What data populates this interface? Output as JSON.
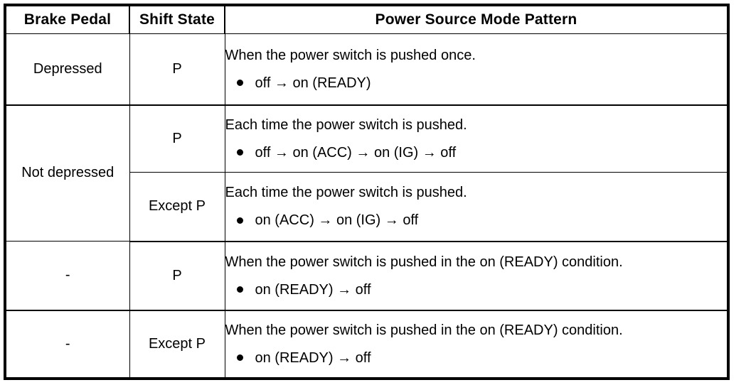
{
  "table": {
    "headers": {
      "brake_pedal": "Brake Pedal",
      "shift_state": "Shift State",
      "power_source_mode_pattern": "Power Source Mode Pattern"
    },
    "rows": [
      {
        "brake_pedal": "Depressed",
        "shift_state": "P",
        "condition": "When the power switch is pushed once.",
        "bullet": "off → on (READY)"
      },
      {
        "brake_pedal": "Not depressed",
        "shift_state": "P",
        "condition": "Each time the power switch is pushed.",
        "bullet": "off → on (ACC) → on (IG) → off"
      },
      {
        "brake_pedal": "",
        "shift_state": "Except P",
        "condition": "Each time the power switch is pushed.",
        "bullet": "on (ACC) → on (IG) → off"
      },
      {
        "brake_pedal": "-",
        "shift_state": "P",
        "condition": "When the power switch is pushed in the on (READY) condition.",
        "bullet": "on (READY) → off"
      },
      {
        "brake_pedal": "-",
        "shift_state": "Except P",
        "condition": "When the power switch is pushed in the on (READY) condition.",
        "bullet": "on (READY) → off"
      }
    ],
    "colors": {
      "border": "#000000",
      "text": "#000000",
      "background": "#ffffff"
    },
    "bullet_glyph": "filled-circle-bullet"
  }
}
